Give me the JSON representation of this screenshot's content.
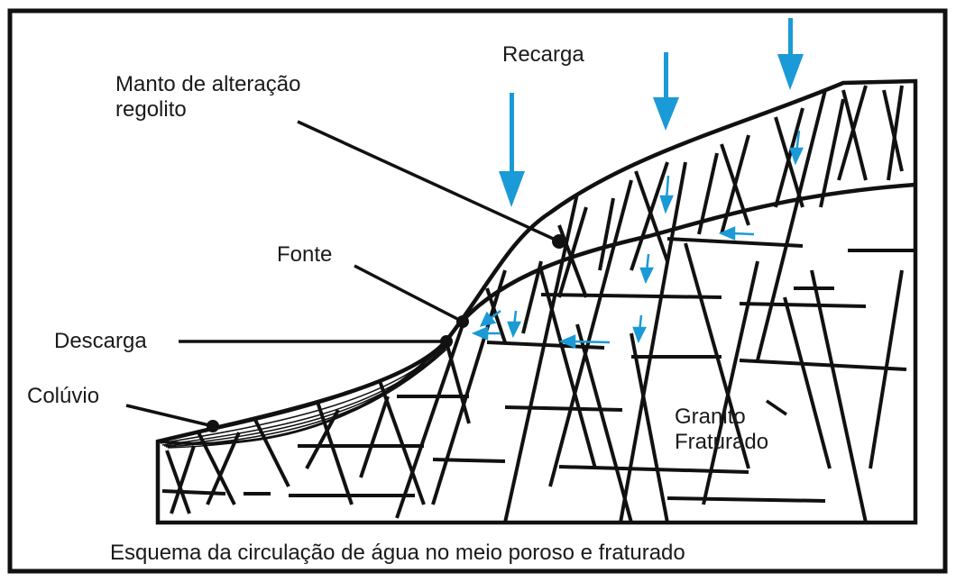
{
  "labels": {
    "recarga": "Recarga",
    "manto_line1": "Manto de alteração",
    "manto_line2": "regolito",
    "fonte": "Fonte",
    "descarga": "Descarga",
    "coluvio": "Colúvio",
    "granito_line1": "Granito",
    "granito_line2": "Fraturado"
  },
  "caption": "Esquema da circulação de água no meio poroso e fraturado",
  "colors": {
    "line": "#111111",
    "water_arrow": "#1a9ad6",
    "background": "#ffffff"
  }
}
